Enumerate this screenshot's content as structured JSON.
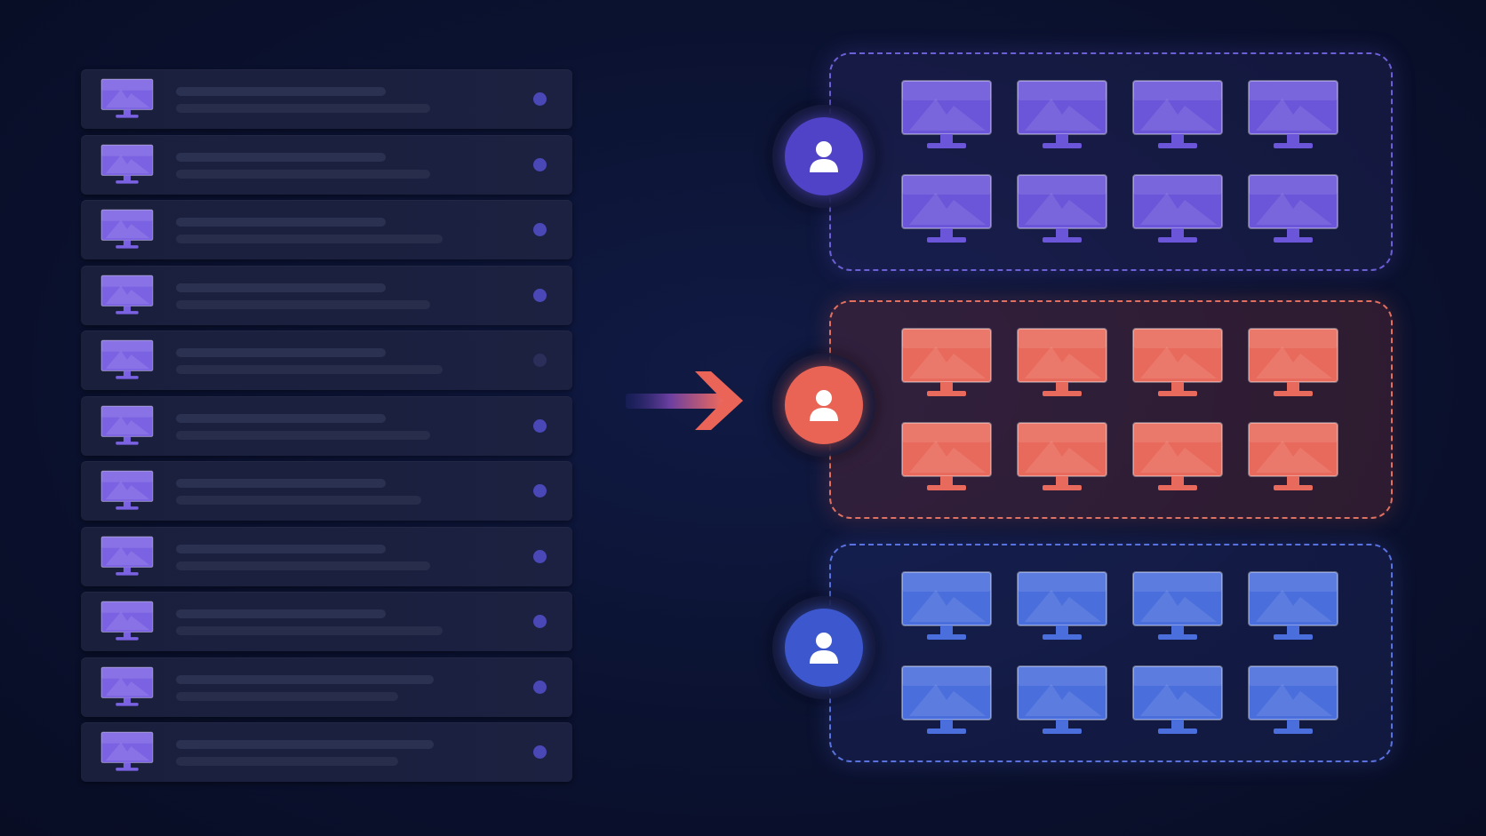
{
  "diagram": {
    "left_list": {
      "rows": [
        {
          "icon": "monitor-icon",
          "status": "active"
        },
        {
          "icon": "monitor-icon",
          "status": "active"
        },
        {
          "icon": "monitor-icon",
          "status": "active"
        },
        {
          "icon": "monitor-icon",
          "status": "active"
        },
        {
          "icon": "monitor-icon",
          "status": "inactive"
        },
        {
          "icon": "monitor-icon",
          "status": "active"
        },
        {
          "icon": "monitor-icon",
          "status": "active"
        },
        {
          "icon": "monitor-icon",
          "status": "active"
        },
        {
          "icon": "monitor-icon",
          "status": "active"
        },
        {
          "icon": "monitor-icon",
          "status": "active"
        },
        {
          "icon": "monitor-icon",
          "status": "active"
        }
      ],
      "monitor_color": "#7b62e3",
      "dot_color": "#4a47b6"
    },
    "arrow": {
      "icon": "arrow-right-icon",
      "gradient_from": "#2b2f8f",
      "gradient_to": "#e8645f"
    },
    "groups": [
      {
        "name": "purple",
        "user_icon": "user-icon",
        "accent": "#5043c8",
        "monitor_color": "#6b55d8",
        "monitors": 8
      },
      {
        "name": "coral",
        "user_icon": "user-icon",
        "accent": "#ea6455",
        "monitor_color": "#e86a5c",
        "monitors": 8
      },
      {
        "name": "blue",
        "user_icon": "user-icon",
        "accent": "#3d58cf",
        "monitor_color": "#4a6fdc",
        "monitors": 8
      }
    ]
  }
}
